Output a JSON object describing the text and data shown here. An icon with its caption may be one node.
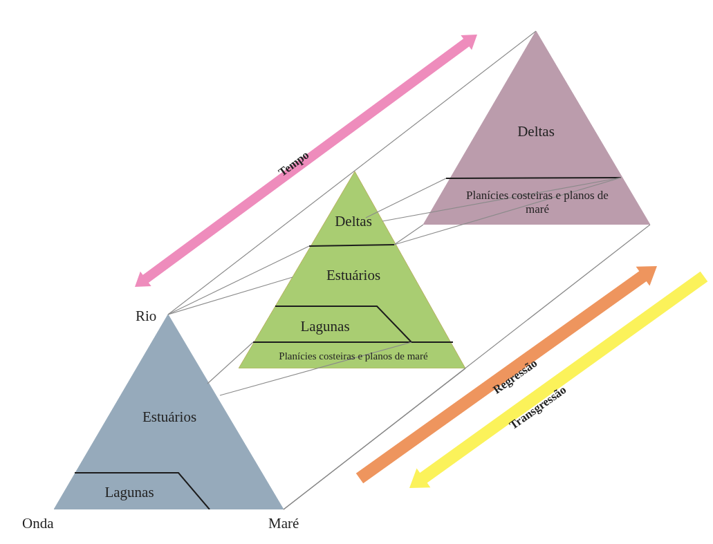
{
  "diagram": {
    "nodes": [
      {
        "text": [
          "Estuários",
          "Lagunas"
        ]
      },
      {
        "text": [
          "Deltas",
          "Estuários",
          "Lagunas",
          "Planícies costeiras e planos de maré"
        ]
      },
      {
        "text": [
          "Deltas",
          "Planícies costeiras e planos de maré"
        ]
      }
    ],
    "edges": [
      {
        "from": 0,
        "to": 2,
        "arrow": "none"
      },
      {
        "from": 0,
        "to": 1,
        "arrow": "none"
      },
      {
        "from": 1,
        "to": 2,
        "arrow": "none"
      },
      {
        "from": 0,
        "to": 1,
        "arrow": "none"
      },
      {
        "from": 1,
        "to": 2,
        "arrow": "none"
      },
      {
        "from": 0,
        "to": 2,
        "arrow": "none"
      },
      {
        "from": 0,
        "to": 1,
        "arrow": "none"
      },
      {
        "from": 0,
        "to": 1,
        "arrow": "none"
      },
      {
        "from": 0,
        "to": 1,
        "arrow": "none"
      },
      {
        "from": 1,
        "to": 2,
        "arrow": "none"
      },
      {
        "from": 1,
        "to": 2,
        "arrow": "none"
      }
    ],
    "labels": [
      "Tempo",
      "Rio",
      "Regressão",
      "Transgressão",
      "Onda",
      "Maré"
    ]
  }
}
